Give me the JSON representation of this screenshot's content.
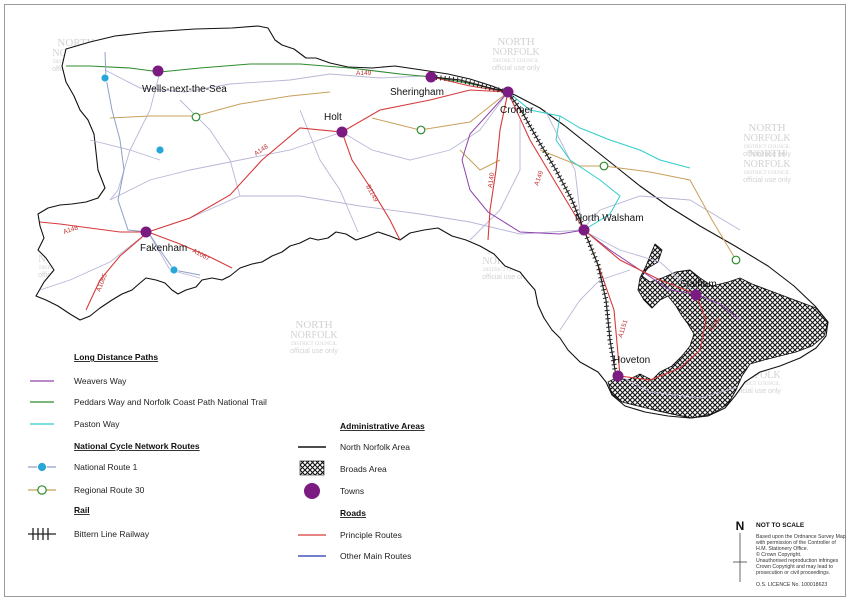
{
  "towns": [
    {
      "name": "Wells-next-the-Sea"
    },
    {
      "name": "Sheringham"
    },
    {
      "name": "Cromer"
    },
    {
      "name": "Holt"
    },
    {
      "name": "North Walsham"
    },
    {
      "name": "Fakenham"
    },
    {
      "name": "Stalham"
    },
    {
      "name": "Hoveton"
    }
  ],
  "road_labels": [
    "A149",
    "A148",
    "B1149",
    "A140",
    "A149",
    "A148",
    "A1067",
    "A1065",
    "A1151",
    "A149"
  ],
  "watermark": {
    "line1": "NORTH",
    "line2": "NORFOLK",
    "line3": "DISTRICT COUNCIL",
    "line4": "official use only"
  },
  "legend": {
    "long_distance_paths": {
      "heading": "Long Distance Paths",
      "items": [
        {
          "label": "Weavers Way",
          "color": "#8e44ad"
        },
        {
          "label": "Peddars Way and Norfolk Coast Path National Trail",
          "color": "#2e8b2e"
        },
        {
          "label": "Paston Way",
          "color": "#33cccc"
        }
      ]
    },
    "cycle_routes": {
      "heading": "National Cycle Network Routes",
      "items": [
        {
          "label": "National Route 1",
          "color": "#29a6d8"
        },
        {
          "label": "Regional Route 30",
          "color": "#2e8b2e"
        }
      ]
    },
    "rail": {
      "heading": "Rail",
      "items": [
        {
          "label": "Bittern Line Railway"
        }
      ]
    },
    "admin": {
      "heading": "Administrative Areas",
      "items": [
        {
          "label": "North Norfolk Area"
        },
        {
          "label": "Broads Area"
        },
        {
          "label": "Towns",
          "color": "#7b1a80"
        }
      ]
    },
    "roads": {
      "heading": "Roads",
      "items": [
        {
          "label": "Principle Routes",
          "color": "#d63a3a"
        },
        {
          "label": "Other Main Routes",
          "color": "#2233aa"
        }
      ]
    }
  },
  "north": {
    "letter": "N",
    "scale_note": "NOT TO SCALE"
  },
  "copyright_lines": [
    "Based upon the Ordnance Survey Map",
    "with permission of the Controller of",
    "H.M. Stationery Office.",
    "© Crown Copyright.",
    "Unauthorised reproduction infringes",
    "Crown Copyright and may lead to",
    "prosecution or civil proceedings."
  ],
  "licence": "O.S. LICENCE No. 100018623"
}
